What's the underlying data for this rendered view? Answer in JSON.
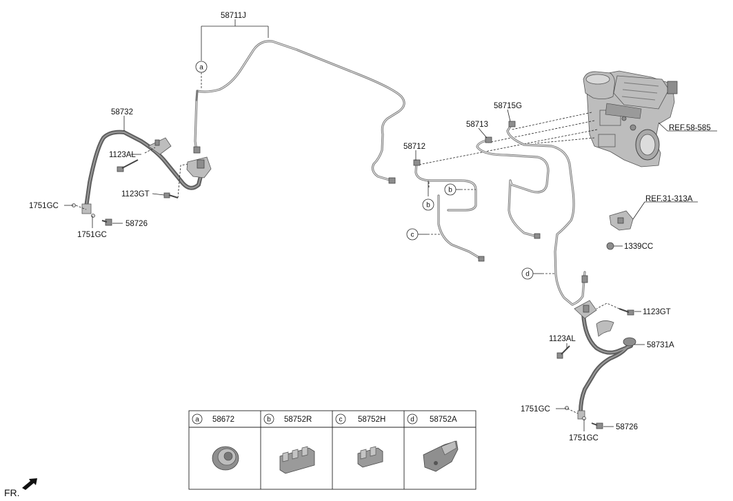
{
  "labels": {
    "p58711J": "58711J",
    "p58732": "58732",
    "p1123AL_left": "1123AL",
    "p1123GT_left": "1123GT",
    "p1751GC_left_a": "1751GC",
    "p1751GC_left_b": "1751GC",
    "p58726_left": "58726",
    "p58712": "58712",
    "p58713": "58713",
    "p58715G": "58715G",
    "ref_58_585": "REF.58-585",
    "ref_31_313A": "REF.31-313A",
    "p1339CC": "1339CC",
    "p1123GT_right": "1123GT",
    "p1123AL_right": "1123AL",
    "p58731A": "58731A",
    "p1751GC_right_a": "1751GC",
    "p1751GC_right_b": "1751GC",
    "p58726_right": "58726",
    "front_indicator": "FR."
  },
  "callouts": {
    "a": "a",
    "b1": "b",
    "b2": "b",
    "c": "c",
    "d": "d"
  },
  "legend_table": [
    {
      "letter": "a",
      "part": "58672",
      "icon": "grommet-icon"
    },
    {
      "letter": "b",
      "part": "58752R",
      "icon": "triple-clip-icon"
    },
    {
      "letter": "c",
      "part": "58752H",
      "icon": "double-clip-icon"
    },
    {
      "letter": "d",
      "part": "58752A",
      "icon": "bracket-clip-icon"
    }
  ]
}
